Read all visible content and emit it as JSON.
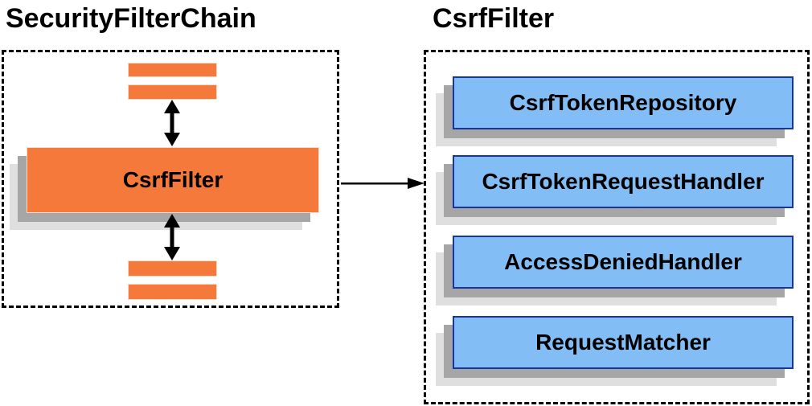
{
  "colors": {
    "orange": "#F4793B",
    "orange_border": "#FBD9C4",
    "blue_fill": "#82BEF5",
    "blue_border": "#1733A8",
    "shadow_dark": "#A6A6A6",
    "shadow_light": "#DFDFDF",
    "ink": "#000000"
  },
  "left_panel": {
    "title": "SecurityFilterChain",
    "filter_label": "CsrfFilter"
  },
  "right_panel": {
    "title": "CsrfFilter",
    "components": [
      {
        "label": "CsrfTokenRepository"
      },
      {
        "label": "CsrfTokenRequestHandler"
      },
      {
        "label": "AccessDeniedHandler"
      },
      {
        "label": "RequestMatcher"
      }
    ]
  }
}
